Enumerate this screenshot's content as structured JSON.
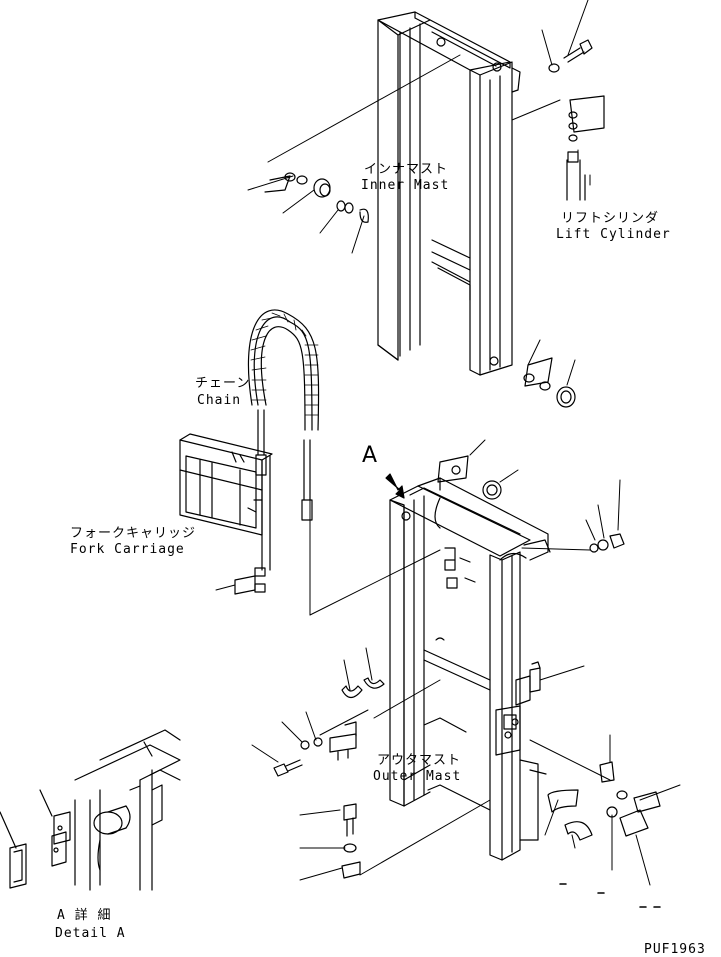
{
  "labels": {
    "inner_mast_ja": "インナマスト",
    "inner_mast_en": "Inner Mast",
    "lift_cylinder_ja": "リフトシリンダ",
    "lift_cylinder_en": "Lift Cylinder",
    "chain_ja": "チェーン",
    "chain_en": "Chain",
    "fork_carriage_ja": "フォークキャリッジ",
    "fork_carriage_en": "Fork Carriage",
    "outer_mast_ja": "アウタマスト",
    "outer_mast_en": "Outer Mast",
    "detail_a_ja": "A 詳 細",
    "detail_a_en": "Detail A",
    "view_marker": "A",
    "drawing_code": "PUF1963"
  }
}
